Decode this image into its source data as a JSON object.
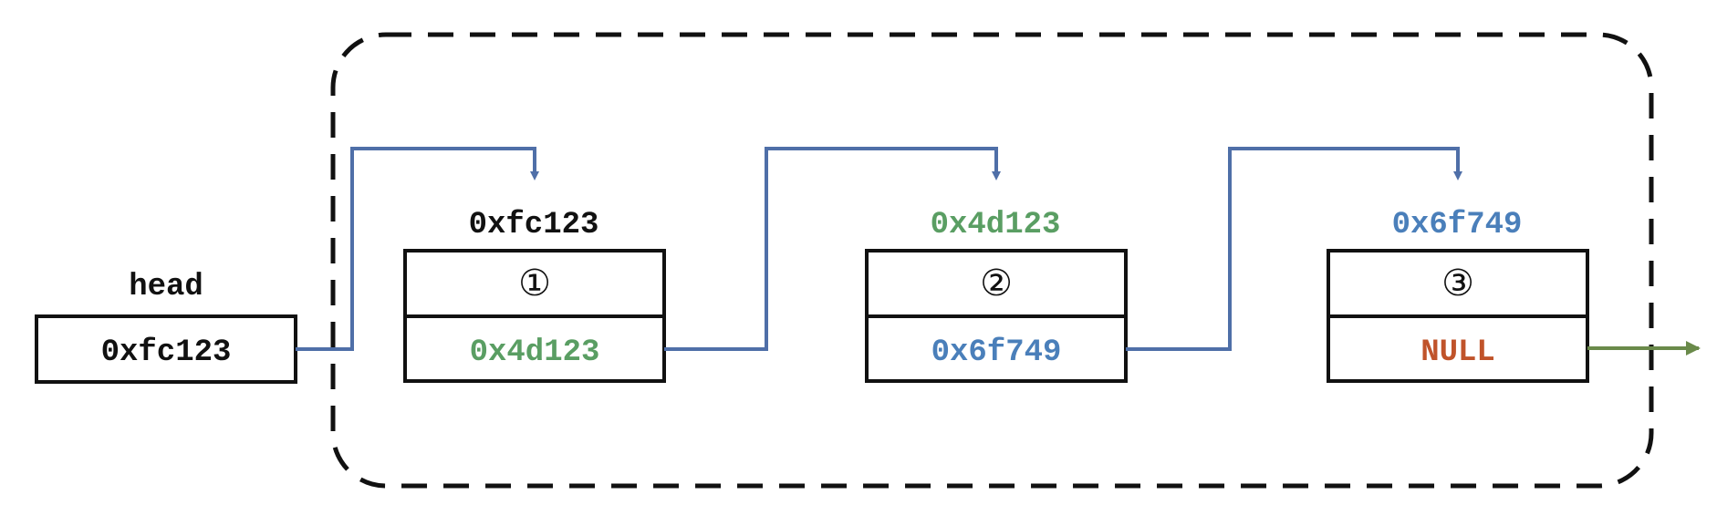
{
  "head": {
    "label": "head",
    "value": "0xfc123"
  },
  "nodes": [
    {
      "address": "0xfc123",
      "index": "①",
      "next": "0x4d123"
    },
    {
      "address": "0x4d123",
      "index": "②",
      "next": "0x6f749"
    },
    {
      "address": "0x6f749",
      "index": "③",
      "next": "NULL"
    }
  ],
  "colors": {
    "black": "#111111",
    "green": "#5a9e63",
    "blue": "#4a7fba",
    "null_red": "#c0532a",
    "arrow_blue": "#4f6fa8",
    "arrow_green": "#6a8a4a",
    "dash": "#111111"
  }
}
